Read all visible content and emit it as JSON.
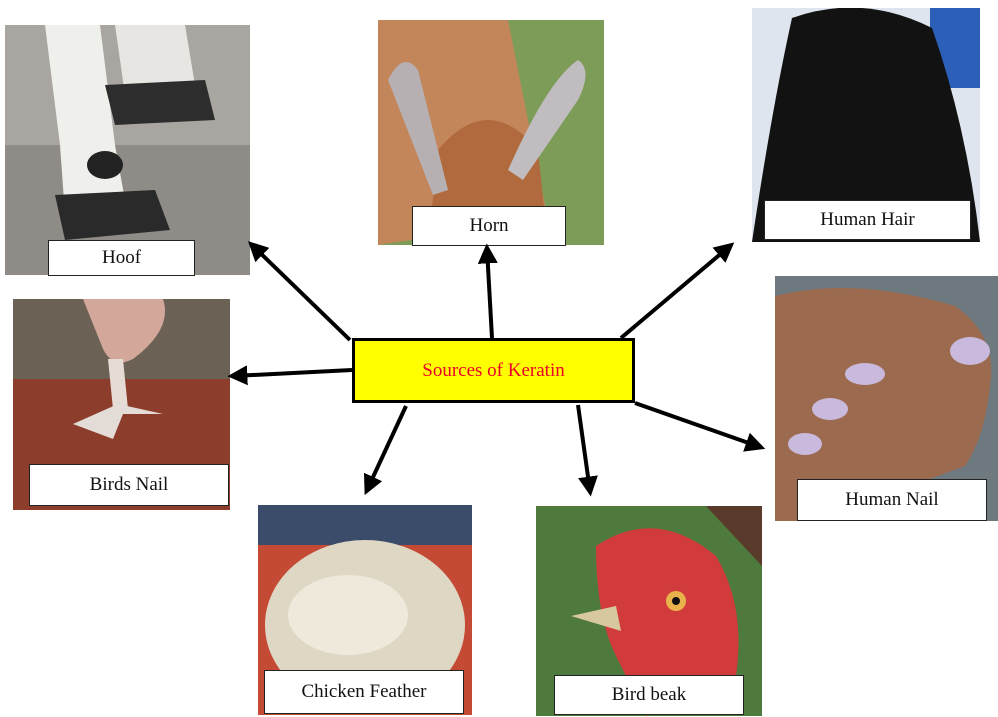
{
  "center": {
    "label": "Sources of Keratin",
    "text_color": "#e8002a",
    "fill": "#ffff00"
  },
  "sources": [
    {
      "id": "hoof",
      "label": "Hoof"
    },
    {
      "id": "horn",
      "label": "Horn"
    },
    {
      "id": "human-hair",
      "label": "Human Hair"
    },
    {
      "id": "birds-nail",
      "label": "Birds Nail"
    },
    {
      "id": "human-nail",
      "label": "Human Nail"
    },
    {
      "id": "chicken-feather",
      "label": "Chicken Feather"
    },
    {
      "id": "bird-beak",
      "label": "Bird beak"
    }
  ]
}
